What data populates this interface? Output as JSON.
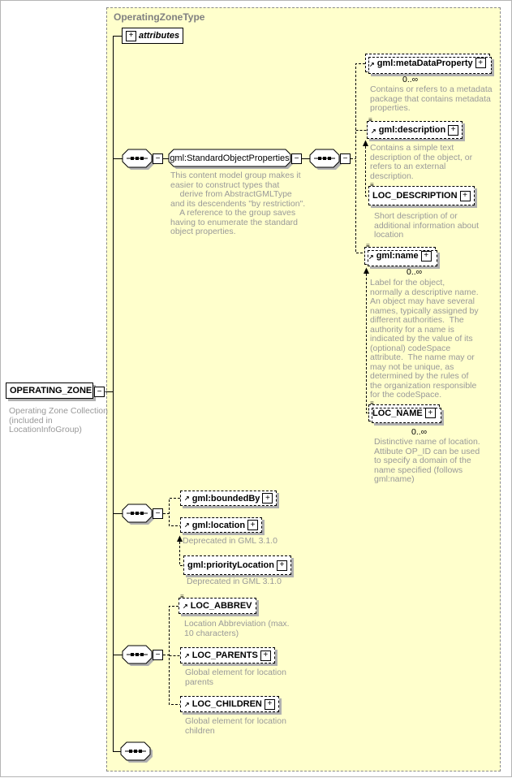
{
  "title": "OperatingZoneType",
  "icons": {
    "expand": "+",
    "collapse": "−",
    "reference": "↗",
    "annotation_marker": "≡"
  },
  "colors": {
    "frame_bg": "#ffffcc",
    "annotation_text": "#999999",
    "title_text": "#808080",
    "shadow": "#b0b0b0"
  },
  "nodes": {
    "operating_zone": {
      "label": "OPERATING_ZONE",
      "annotation": "Operating Zone Collection\n(included in\nLocationInfoGroup)"
    },
    "attributes": {
      "label": "attributes"
    },
    "standard_object_properties": {
      "label": "gml:StandardObjectProperties",
      "annotation": "This content model group makes it\neasier to construct types that\n    derive from AbstractGMLType\nand its descendents \"by restriction\".\n    A reference to the group saves\nhaving to enumerate the standard\nobject properties."
    },
    "meta_data_property": {
      "label": "gml:metaDataProperty",
      "occurrence": "0..∞",
      "annotation": "Contains or refers to a metadata\npackage that contains metadata\nproperties."
    },
    "description": {
      "label": "gml:description",
      "annotation": "Contains a simple text\ndescription of the object, or\nrefers to an external\ndescription."
    },
    "loc_description": {
      "label": "LOC_DESCRIPTION",
      "annotation": "Short description of or\nadditional information about\nlocation"
    },
    "name": {
      "label": "gml:name",
      "occurrence": "0..∞",
      "annotation": "Label for the object,\nnormally a descriptive name.\nAn object may have several\nnames, typically assigned by\ndifferent authorities.  The\nauthority for a name is\nindicated by the value of its\n(optional) codeSpace\nattribute.  The name may or\nmay not be unique, as\ndetermined by the rules of\nthe organization responsible\nfor the codeSpace."
    },
    "loc_name": {
      "label": "LOC_NAME",
      "occurrence": "0..∞",
      "annotation": "Distinctive name of location.\nAttibute OP_ID can be used\nto specify a domain of the\nname specified (follows\ngml:name)"
    },
    "bounded_by": {
      "label": "gml:boundedBy"
    },
    "location": {
      "label": "gml:location",
      "annotation": "Deprecated in GML 3.1.0"
    },
    "priority_location": {
      "label": "gml:priorityLocation",
      "annotation": "Deprecated in GML 3.1.0"
    },
    "loc_abbrev": {
      "label": "LOC_ABBREV",
      "annotation": "Location Abbreviation (max.\n10 characters)"
    },
    "loc_parents": {
      "label": "LOC_PARENTS",
      "annotation": "Global element for location\nparents"
    },
    "loc_children": {
      "label": "LOC_CHILDREN",
      "annotation": "Global element for location\nchildren"
    }
  }
}
